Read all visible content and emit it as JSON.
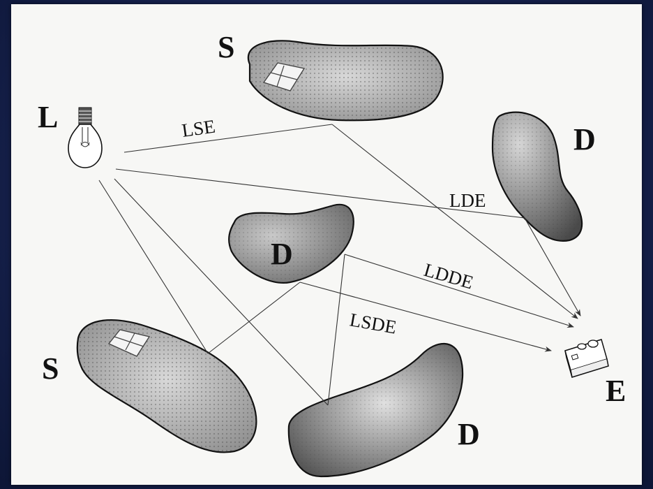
{
  "diagram": {
    "nodes": {
      "light": {
        "label": "L",
        "icon": "light-bulb-icon"
      },
      "specular_top": {
        "label": "S"
      },
      "diffuse_right": {
        "label": "D"
      },
      "diffuse_center": {
        "label": "D"
      },
      "specular_bottom": {
        "label": "S"
      },
      "diffuse_bottom": {
        "label": "D"
      },
      "eye": {
        "label": "E",
        "icon": "camera-icon"
      }
    },
    "paths": {
      "lse": "LSE",
      "lde": "LDE",
      "ldde": "LDDE",
      "lsde": "LSDE"
    },
    "colors": {
      "panel_background": "#f7f7f5",
      "frame_background": "#17224f",
      "surface_fill": "#9a9a9a",
      "line_color": "#333333"
    }
  }
}
